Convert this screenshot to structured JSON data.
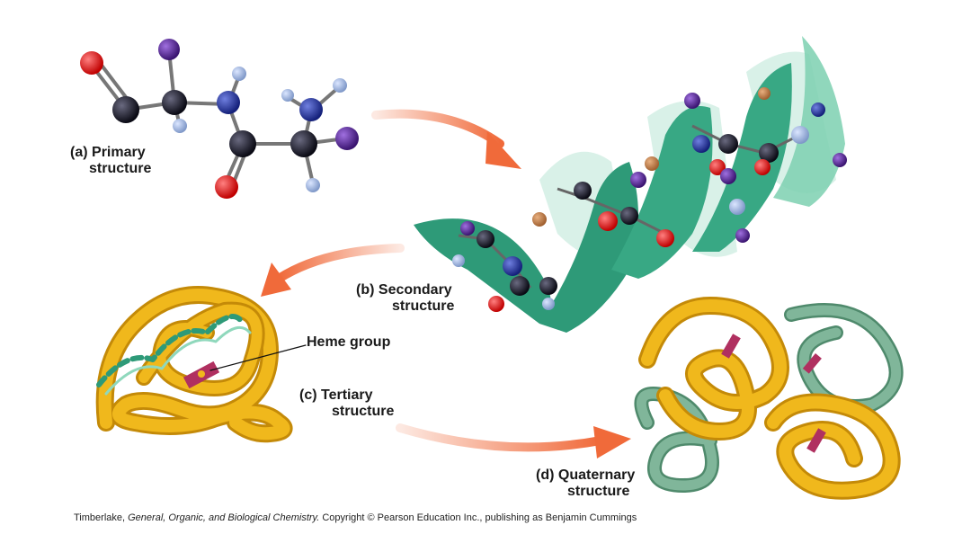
{
  "labels": {
    "primary": {
      "letter": "(a)",
      "line1": "Primary",
      "line2": "structure"
    },
    "secondary": {
      "letter": "(b)",
      "line1": "Secondary",
      "line2": "structure"
    },
    "tertiary": {
      "letter": "(c)",
      "line1": "Tertiary",
      "line2": "structure"
    },
    "quaternary": {
      "letter": "(d)",
      "line1": "Quaternary",
      "line2": "structure"
    },
    "heme": "Heme group"
  },
  "credit": {
    "author": "Timberlake,",
    "title": "General, Organic, and Biological Chemistry.",
    "rest": "Copyright © Pearson Education Inc., publishing as Benjamin Cummings"
  },
  "colors": {
    "arrow": "#f06a3a",
    "ribbon": "#2e9a78",
    "helix_ribbon": "#5bbf9d",
    "gold": "#f0b81c",
    "gold_dark": "#c48a08",
    "green_chain": "#6fa88a",
    "oxygen": "#e01010",
    "nitrogen": "#2a3fa8",
    "carbon": "#1c1c2a",
    "hydrogen": "#8fa9d8",
    "r_group": "#5a2a9a",
    "heme": "#b03060"
  },
  "icons": [
    "primary-molecule-icon",
    "secondary-helix-icon",
    "tertiary-fold-icon",
    "quaternary-assembly-icon"
  ]
}
